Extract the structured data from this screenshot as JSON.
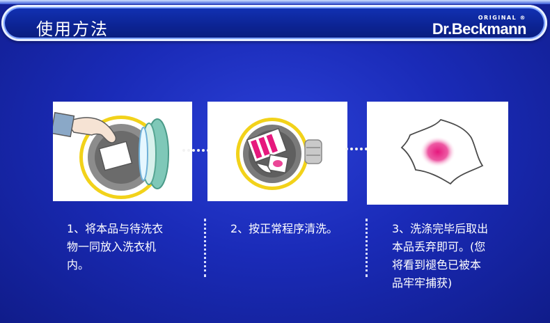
{
  "header": {
    "title": "使用方法",
    "logo_top": "ORIGINAL ®",
    "logo_main": "Dr.Beckmann"
  },
  "steps": [
    {
      "lines": [
        "1、将本品与待洗衣",
        "物一同放入洗衣机",
        "内。"
      ]
    },
    {
      "lines": [
        "2、按正常程序清洗。"
      ]
    },
    {
      "lines": [
        "3、洗涤完毕后取出",
        "本品丢弃即可。(您",
        "将看到褪色已被本",
        "品牢牢捕获)"
      ]
    }
  ],
  "icons": [
    "washing-machine-icon",
    "drum-with-laundry-icon",
    "color-catcher-sheet-icon",
    "dotted-arrow-icon"
  ],
  "colors": {
    "background": "#1a2bb8",
    "header": "#0c2392",
    "accent_magenta": "#e6187d",
    "accent_yellow": "#f2d21a"
  }
}
